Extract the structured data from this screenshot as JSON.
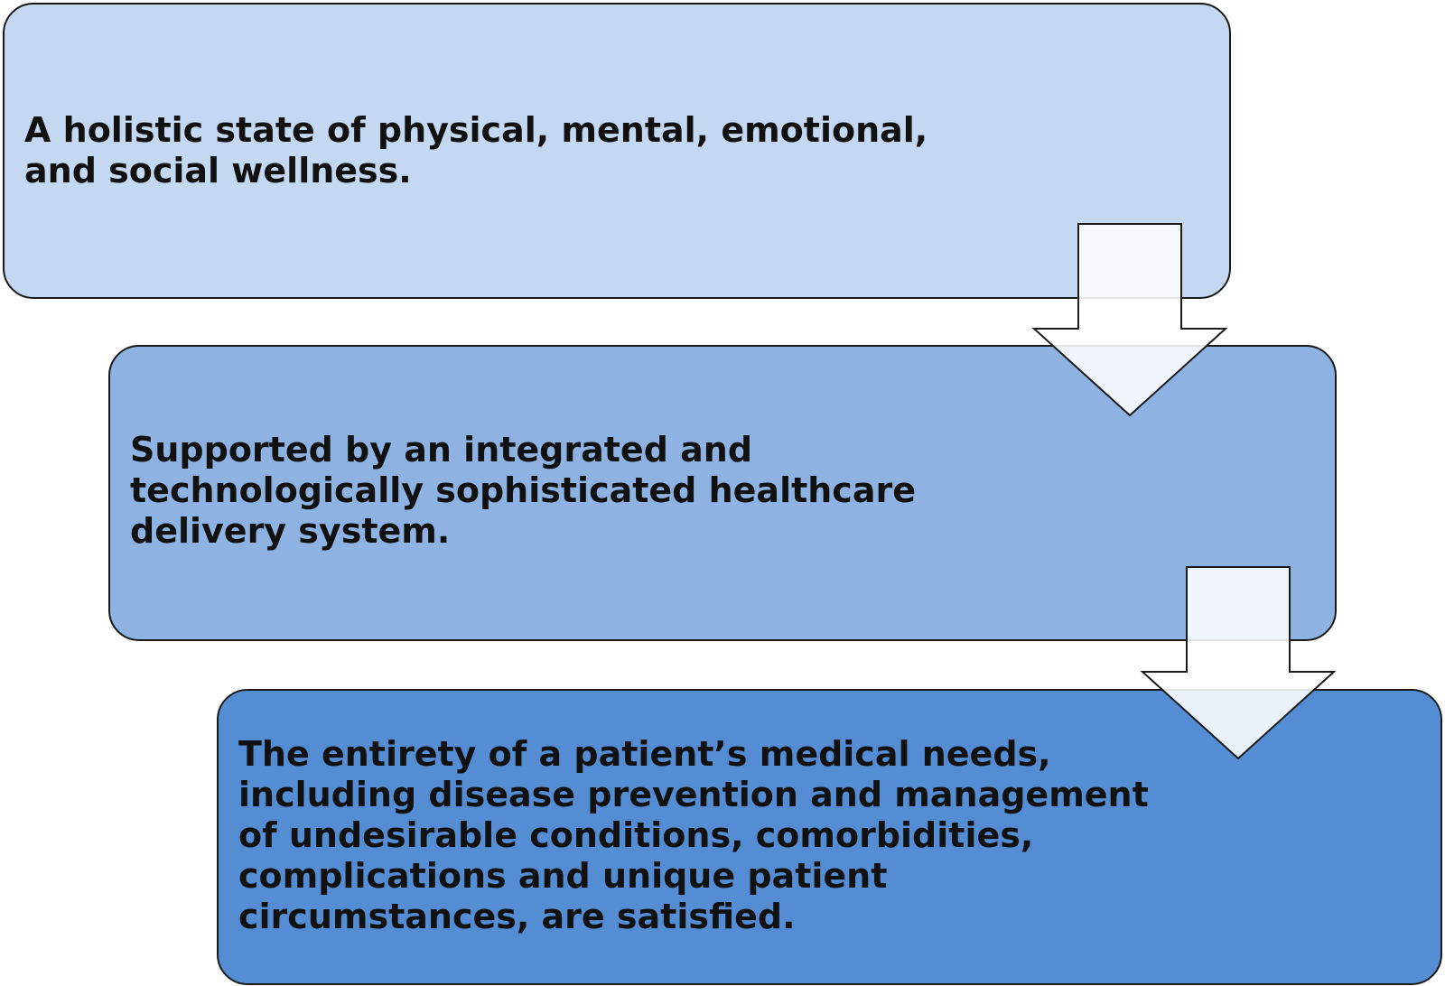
{
  "steps": [
    {
      "text": "A holistic state of  physical, mental, emotional, and social wellness."
    },
    {
      "text": "Supported by an integrated and technologically sophisticated healthcare delivery system."
    },
    {
      "text": "The entirety of  a patient’s medical needs, including disease prevention and management of  undesirable conditions, comorbidities, complications and unique patient circumstances, are satisfied."
    }
  ],
  "colors": {
    "step_1_fill": "#c5d8f1",
    "step_2_fill": "#8eb3e3",
    "step_3_fill": "#548dd4",
    "arrow_fill": "#ffffff",
    "outline": "#1a1a1a"
  },
  "connectors": [
    {
      "from": 1,
      "to": 2,
      "shape": "down-arrow"
    },
    {
      "from": 2,
      "to": 3,
      "shape": "down-arrow"
    }
  ]
}
